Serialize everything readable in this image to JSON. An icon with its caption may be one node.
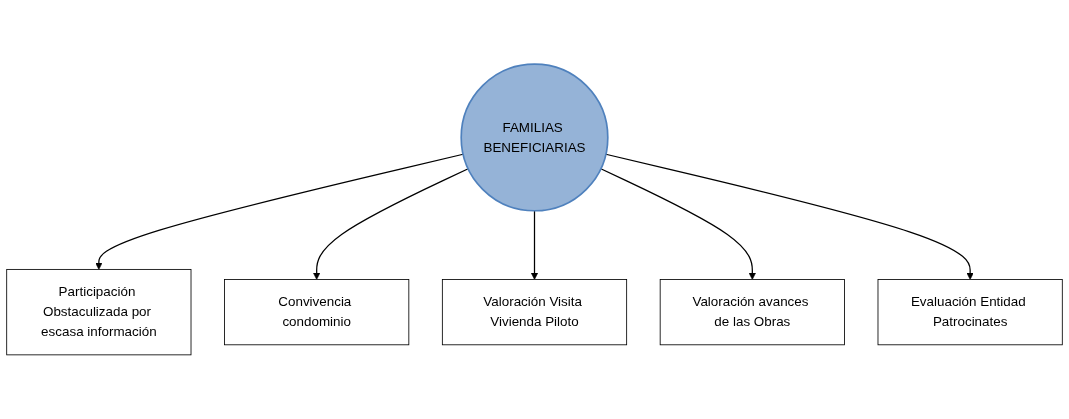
{
  "diagram": {
    "nodes": [
      {
        "text": [
          "FAMILIAS BENEFICIARIAS"
        ]
      },
      {
        "text": [
          "Participación Obstaculizada por escasa información"
        ]
      },
      {
        "text": [
          "Convivencia condominio"
        ]
      },
      {
        "text": [
          "Valoración Visita Vivienda Piloto"
        ]
      },
      {
        "text": [
          "Valoración avances de las Obras"
        ]
      },
      {
        "text": [
          "Evaluación Entidad Patrocinates"
        ]
      }
    ],
    "edges": [
      {
        "from": 0,
        "to": 1,
        "arrow": "to"
      },
      {
        "from": 0,
        "to": 2,
        "arrow": "to"
      },
      {
        "from": 0,
        "to": 3,
        "arrow": "to"
      },
      {
        "from": 0,
        "to": 4,
        "arrow": "to"
      },
      {
        "from": 0,
        "to": 5,
        "arrow": "to"
      }
    ]
  }
}
